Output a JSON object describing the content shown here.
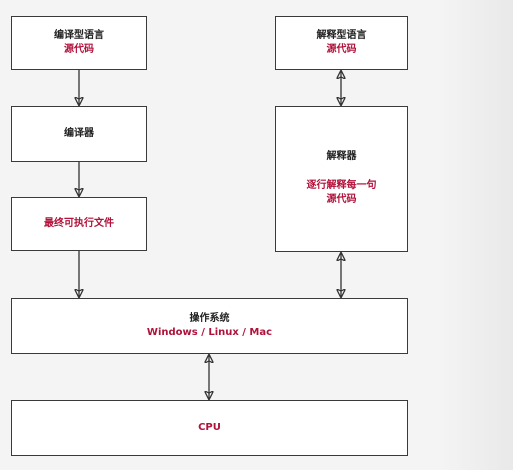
{
  "diagram": {
    "compiled_lang": {
      "title": "编译型语言",
      "subtitle": "源代码"
    },
    "compiler": {
      "title": "编译器"
    },
    "executable": {
      "title": "最终可执行文件"
    },
    "interpreted_lang": {
      "title": "解释型语言",
      "subtitle": "源代码"
    },
    "interpreter": {
      "title": "解释器",
      "desc_line1": "逐行解释每一句",
      "desc_line2": "源代码"
    },
    "os": {
      "title": "操作系统",
      "subtitle": "Windows / Linux / Mac"
    },
    "cpu": {
      "title": "CPU"
    },
    "colors": {
      "accent_red": "#b0123a",
      "border": "#3a3a3a",
      "text": "#222222"
    }
  }
}
